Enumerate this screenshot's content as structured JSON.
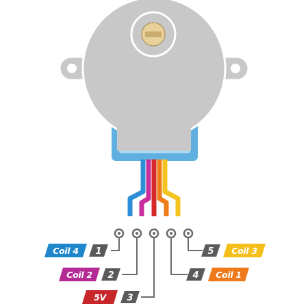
{
  "colors": {
    "motor_body": "#c8c8c8",
    "motor_outline": "#ffffff",
    "shaft": "#e8d09a",
    "housing_blue": "#5fb0e0",
    "number_box": "#5a5a5a",
    "wire_blue": "#2d8fd8",
    "wire_pink": "#c82f9c",
    "wire_red": "#d62a2a",
    "wire_orange": "#ef7d1a",
    "wire_yellow": "#f5c320"
  },
  "pins": [
    {
      "number": "1",
      "label": "Coil 4",
      "color": "#1f86cc"
    },
    {
      "number": "2",
      "label": "Coil 2",
      "color": "#b52b95"
    },
    {
      "number": "3",
      "label": "5V",
      "color": "#c8262a"
    },
    {
      "number": "4",
      "label": "Coil 1",
      "color": "#ee7a1c"
    },
    {
      "number": "5",
      "label": "Coil 3",
      "color": "#f4bf1b"
    }
  ]
}
